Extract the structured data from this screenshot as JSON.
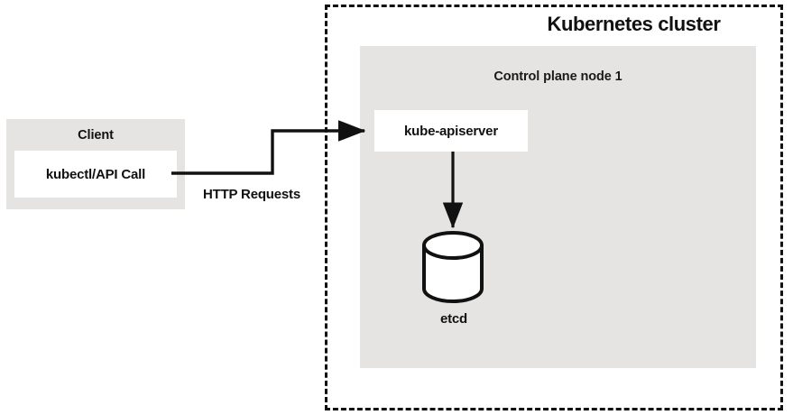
{
  "diagram": {
    "title": "Kubernetes cluster",
    "type": "architecture-flow",
    "background_color": "#ffffff",
    "panel_color": "#e5e4e3",
    "stroke_color": "#111111"
  },
  "client": {
    "group_label": "Client",
    "inner_box_label": "kubectl/API Call"
  },
  "connector": {
    "label": "HTTP Requests",
    "from": "kubectl/API Call",
    "to": "kube-apiserver",
    "style": "solid-orthogonal-arrow"
  },
  "cluster": {
    "title": "Kubernetes cluster",
    "border_style": "dashed",
    "node": {
      "title": "Control plane node 1",
      "components": [
        {
          "name": "kube-apiserver",
          "label": "kube-apiserver",
          "shape": "rectangle"
        },
        {
          "name": "etcd",
          "label": "etcd",
          "shape": "cylinder"
        }
      ],
      "internal_connector": {
        "from": "kube-apiserver",
        "to": "etcd",
        "style": "solid-vertical-arrow"
      }
    }
  }
}
